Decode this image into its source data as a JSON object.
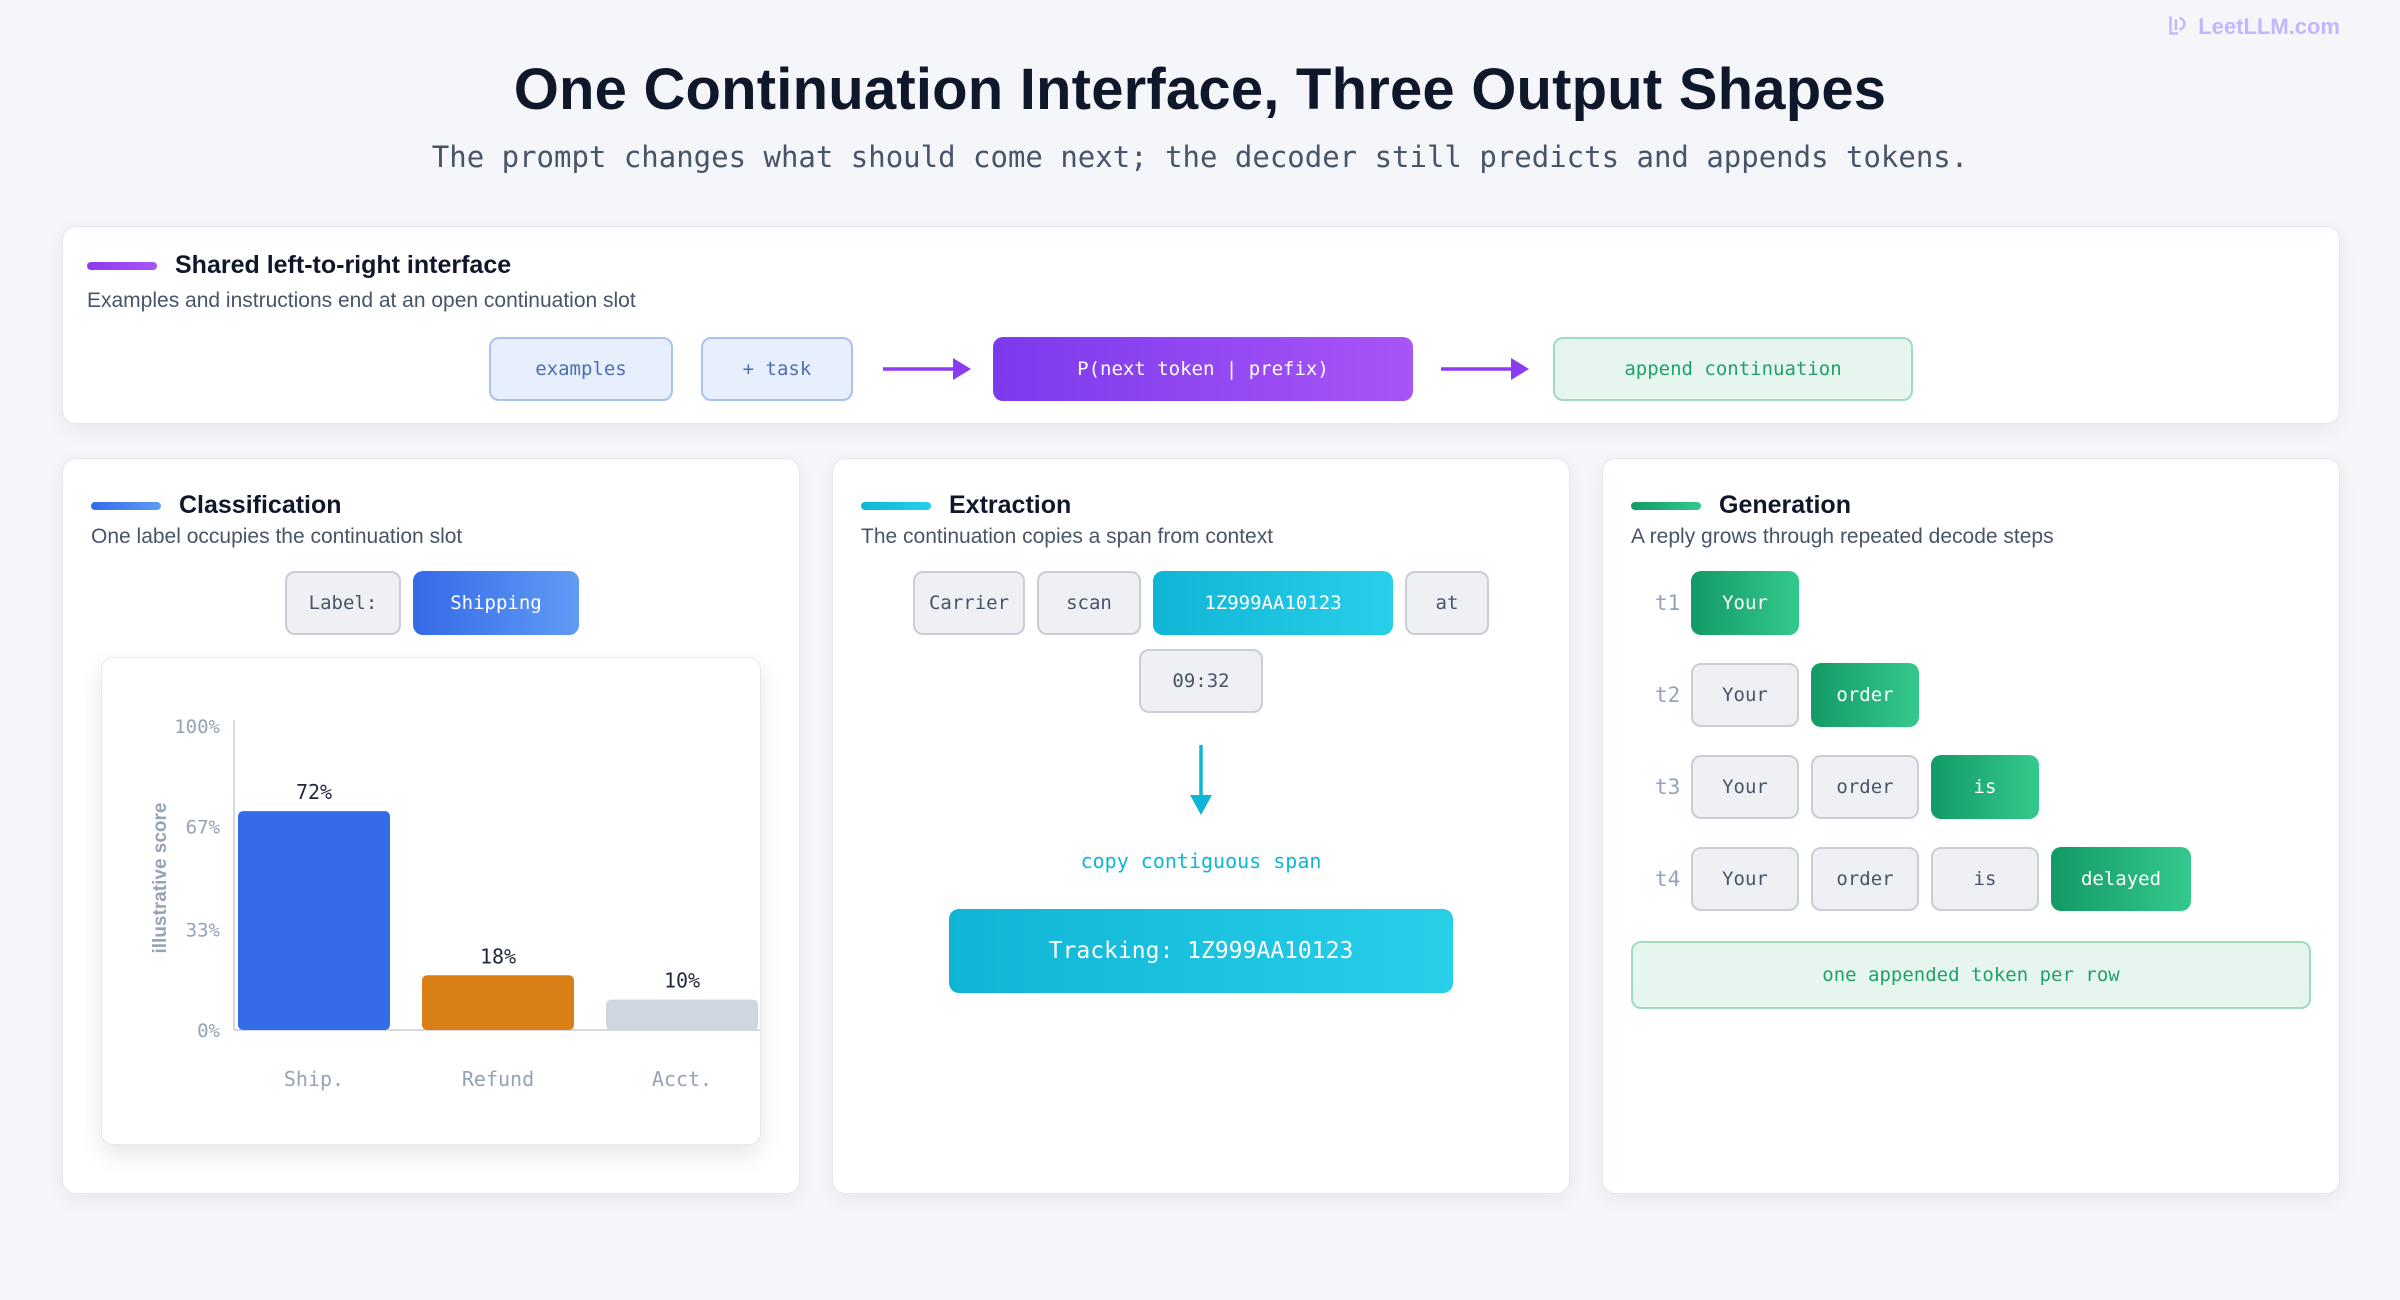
{
  "brand": {
    "name": "LeetLLM.com",
    "icon": "leetllm-logo-icon",
    "color": "#c4b5fd"
  },
  "header": {
    "title": "One Continuation Interface, Three Output Shapes",
    "subtitle": "The prompt changes what should come next; the decoder still predicts and appends tokens."
  },
  "shared": {
    "title": "Shared left-to-right interface",
    "subtitle": "Examples and instructions end at an open continuation slot",
    "accent": "#8b3cf0",
    "flow": {
      "examples": "examples",
      "task": "+ task",
      "model": "P(next token | prefix)",
      "append": "append continuation"
    }
  },
  "classification": {
    "title": "Classification",
    "subtitle": "One label occupies the continuation slot",
    "accent": "#3b6fe0",
    "label_chip": "Label:",
    "label_value": "Shipping"
  },
  "chart_data": {
    "type": "bar",
    "categories": [
      "Ship.",
      "Refund",
      "Acct."
    ],
    "values": [
      72,
      18,
      10
    ],
    "value_labels": [
      "72%",
      "18%",
      "10%"
    ],
    "colors": [
      "#356ae8",
      "#d97f16",
      "#cfd6df"
    ],
    "ylabel": "illustrative score",
    "yticks": [
      "0%",
      "33%",
      "67%",
      "100%"
    ],
    "ylim": [
      0,
      100
    ]
  },
  "extraction": {
    "title": "Extraction",
    "subtitle": "The continuation copies a span from context",
    "accent": "#1cc4e0",
    "tokens": [
      "Carrier",
      "scan",
      "1Z999AA10123",
      "at",
      "09:32"
    ],
    "highlight": "1Z999AA10123",
    "copy_label": "copy contiguous span",
    "result": "Tracking: 1Z999AA10123"
  },
  "generation": {
    "title": "Generation",
    "subtitle": "A reply grows through repeated decode steps",
    "accent": "#16a06a",
    "steps": [
      {
        "label": "t1",
        "tokens": [
          "Your"
        ]
      },
      {
        "label": "t2",
        "tokens": [
          "Your",
          "order"
        ]
      },
      {
        "label": "t3",
        "tokens": [
          "Your",
          "order",
          "is"
        ]
      },
      {
        "label": "t4",
        "tokens": [
          "Your",
          "order",
          "is",
          "delayed"
        ]
      }
    ],
    "footer": "one appended token per row"
  }
}
